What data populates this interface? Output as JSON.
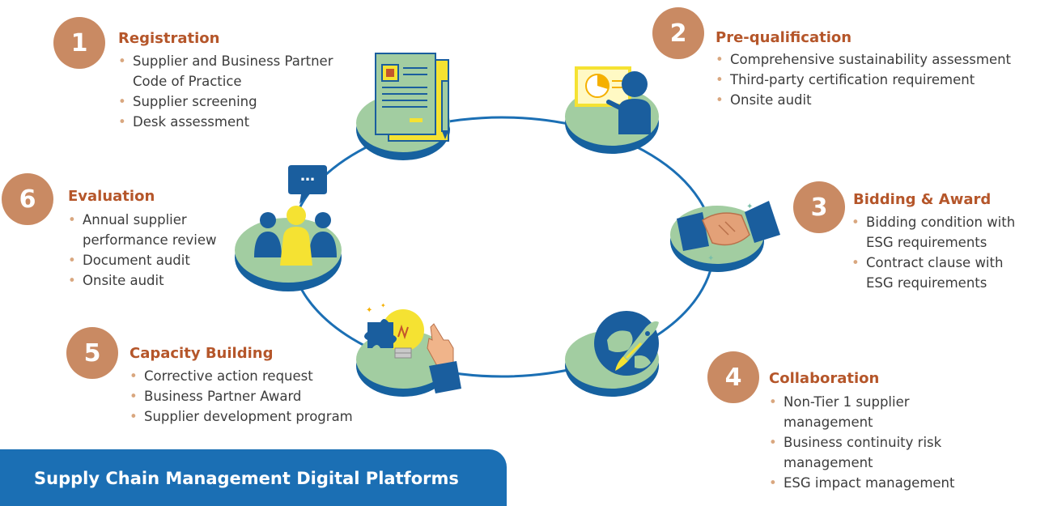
{
  "colors": {
    "number_badge": "#c98a63",
    "title": "#b5562a",
    "bullet": "#d9a77f",
    "ring_line": "#1b6fb4",
    "platform_fill": "#a2cda1",
    "platform_edge": "#16619f",
    "banner": "#1b6fb4",
    "yellow": "#f5e232",
    "navy": "#1a5e9e"
  },
  "steps": [
    {
      "number": "1",
      "title": "Registration",
      "items": [
        "Supplier and Business Partner Code of Practice",
        "Supplier screening",
        "Desk assessment"
      ],
      "icon": "document-icon"
    },
    {
      "number": "2",
      "title": "Pre-qualification",
      "items": [
        "Comprehensive sustainability assessment",
        "Third-party certification requirement",
        "Onsite audit"
      ],
      "icon": "presentation-icon"
    },
    {
      "number": "3",
      "title": "Bidding & Award",
      "items": [
        "Bidding condition with ESG requirements",
        "Contract clause with ESG requirements"
      ],
      "icon": "handshake-icon"
    },
    {
      "number": "4",
      "title": "Collaboration",
      "items": [
        "Non-Tier 1 supplier management",
        "Business continuity risk management",
        "ESG impact management"
      ],
      "icon": "globe-rocket-icon"
    },
    {
      "number": "5",
      "title": "Capacity Building",
      "items": [
        "Corrective action  request",
        "Business Partner Award",
        "Supplier development program"
      ],
      "icon": "lightbulb-puzzle-icon"
    },
    {
      "number": "6",
      "title": "Evaluation",
      "items": [
        "Annual supplier performance review",
        "Document audit",
        "Onsite audit"
      ],
      "icon": "team-chat-icon"
    }
  ],
  "speech_bubble_text": "…",
  "banner": {
    "title": "Supply Chain Management Digital Platforms"
  }
}
